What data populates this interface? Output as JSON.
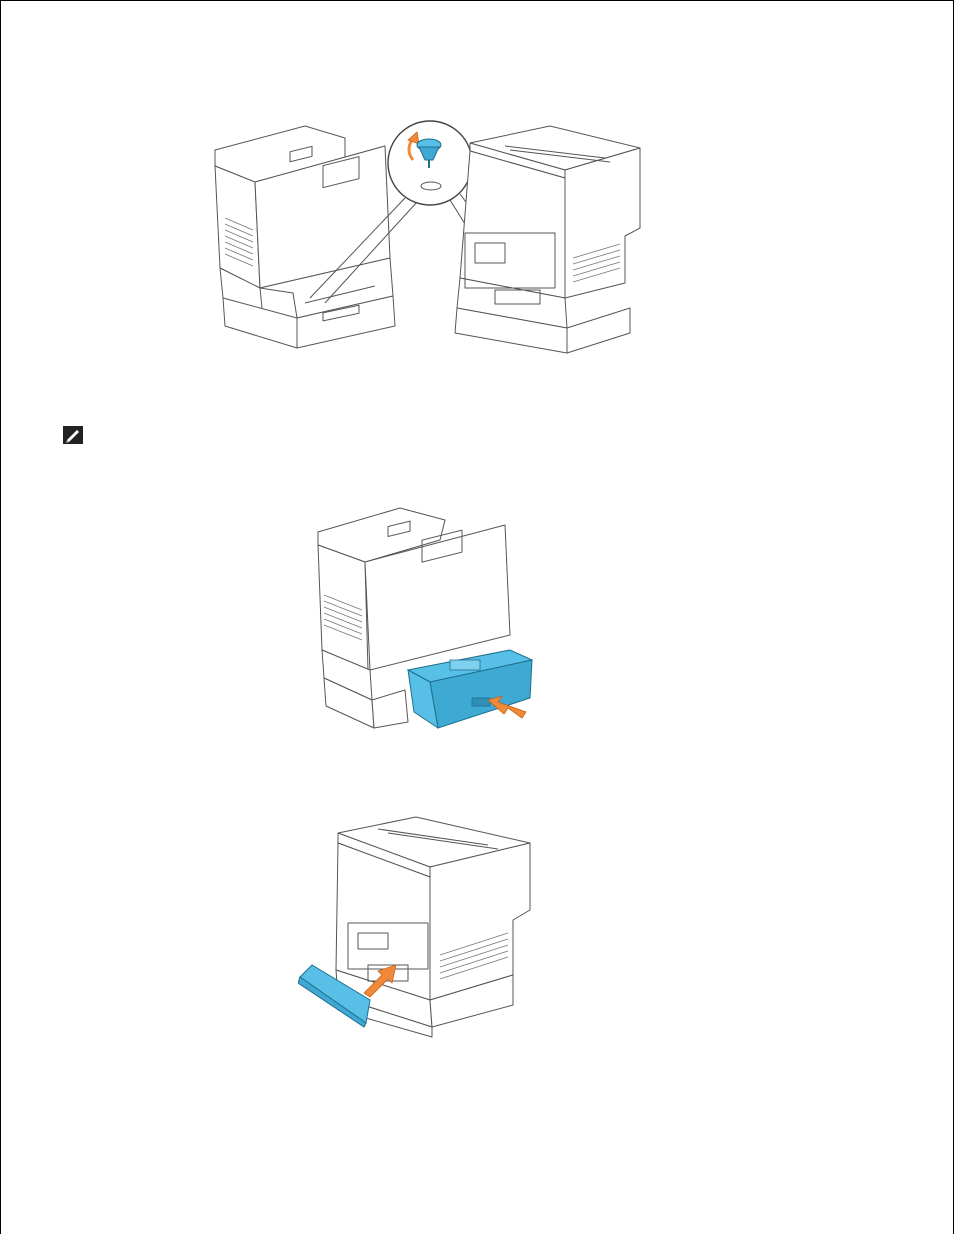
{
  "document": {
    "figures": [
      {
        "name": "printer-front-back-screw-figure"
      },
      {
        "name": "printer-tray-insert-figure"
      },
      {
        "name": "printer-rear-cover-attach-figure"
      }
    ],
    "note_icon": "note-pencil-icon",
    "colors": {
      "accent_blue": "#58c0e6",
      "arrow_orange": "#f08a3a",
      "line": "#555555"
    }
  }
}
